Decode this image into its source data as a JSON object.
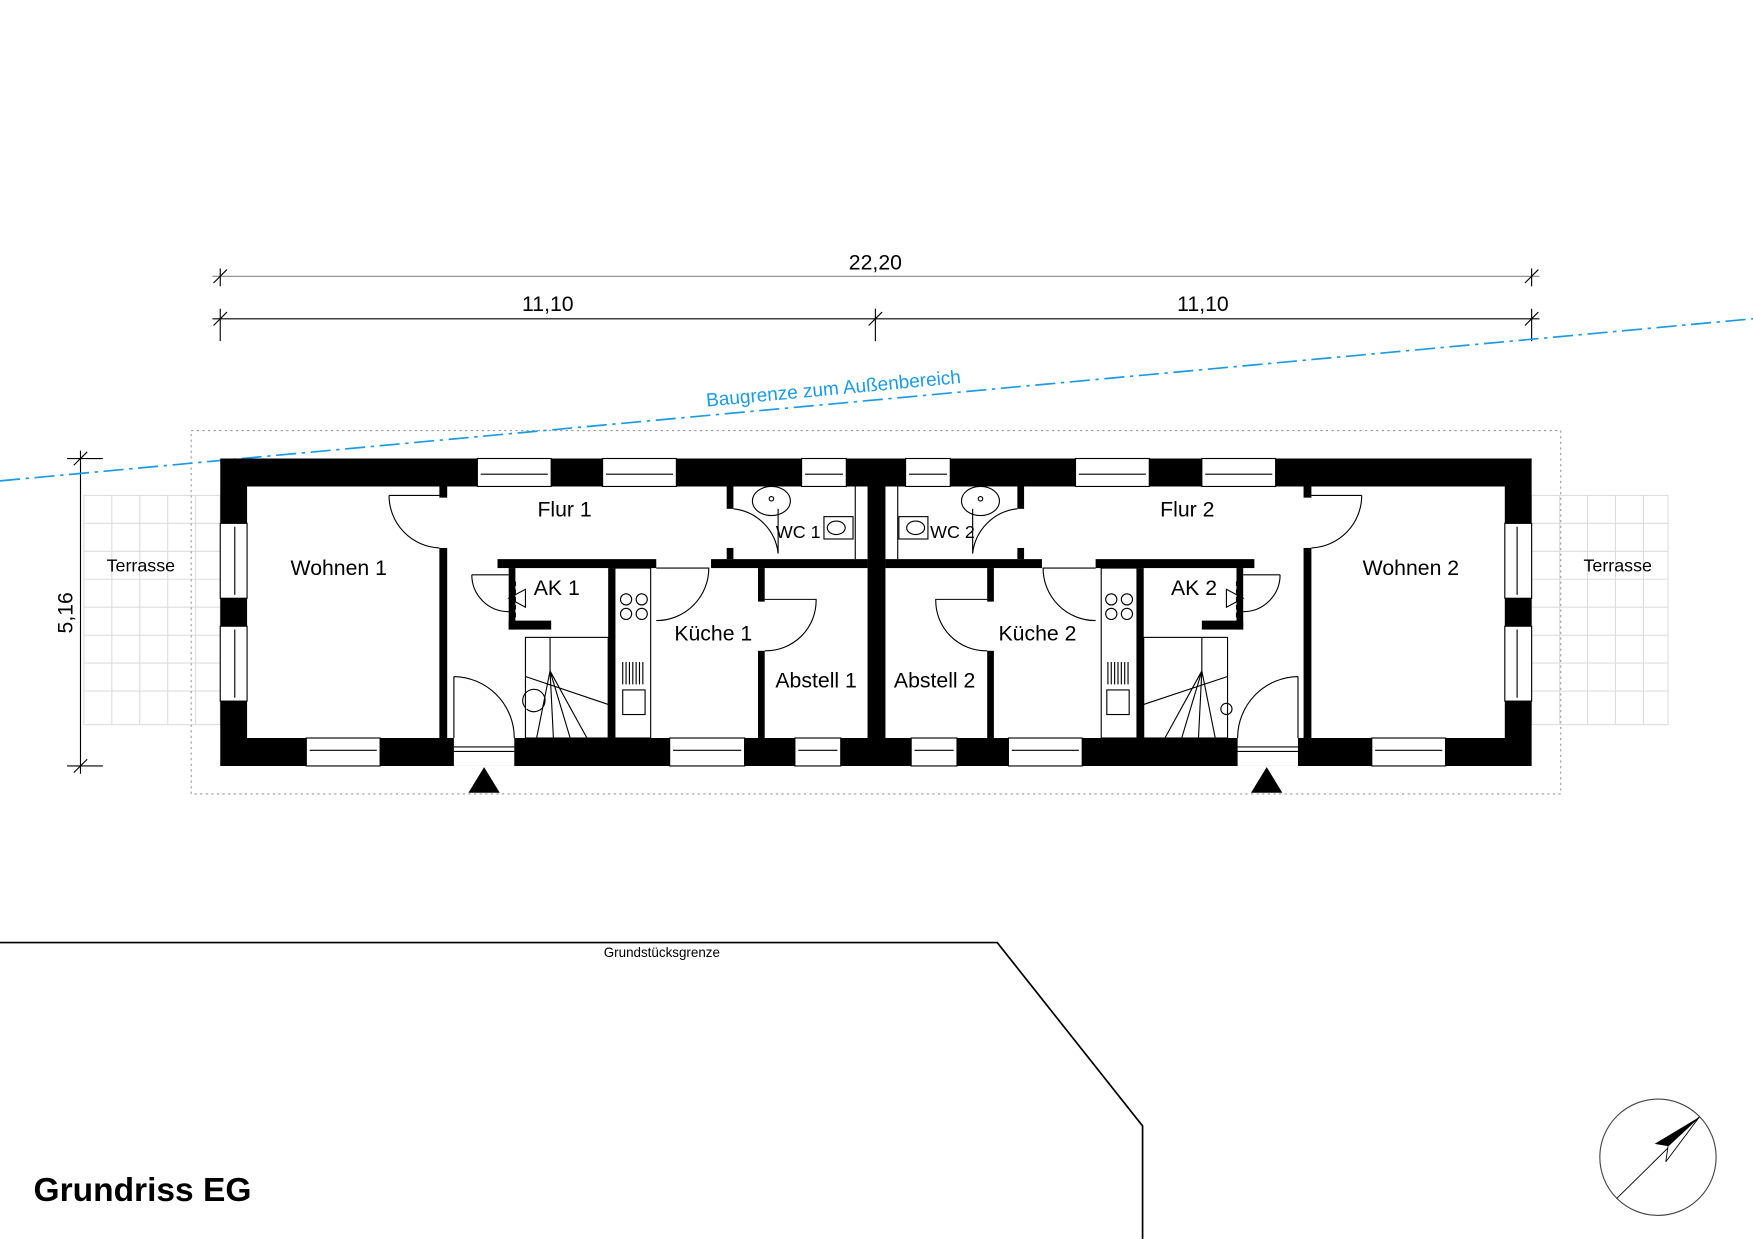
{
  "title": "Grundriss EG",
  "dimensions": {
    "total": "22,20",
    "left_half": "11,10",
    "right_half": "11,10",
    "depth": "5,16"
  },
  "baugrenze_label": "Baugrenze zum Außenbereich",
  "grundstuecksgrenze_label": "Grundstücksgrenze",
  "rooms": {
    "terrasse_left": "Terrasse",
    "wohnen1": "Wohnen 1",
    "flur1": "Flur 1",
    "wc1": "WC 1",
    "ak1": "AK 1",
    "kueche1": "Küche 1",
    "abstell1": "Abstell 1",
    "abstell2": "Abstell 2",
    "kueche2": "Küche 2",
    "ak2": "AK 2",
    "wc2": "WC 2",
    "flur2": "Flur 2",
    "wohnen2": "Wohnen 2",
    "terrasse_right": "Terrasse"
  },
  "colors": {
    "baugrenze": "#1a9be8",
    "walls": "#000000"
  }
}
